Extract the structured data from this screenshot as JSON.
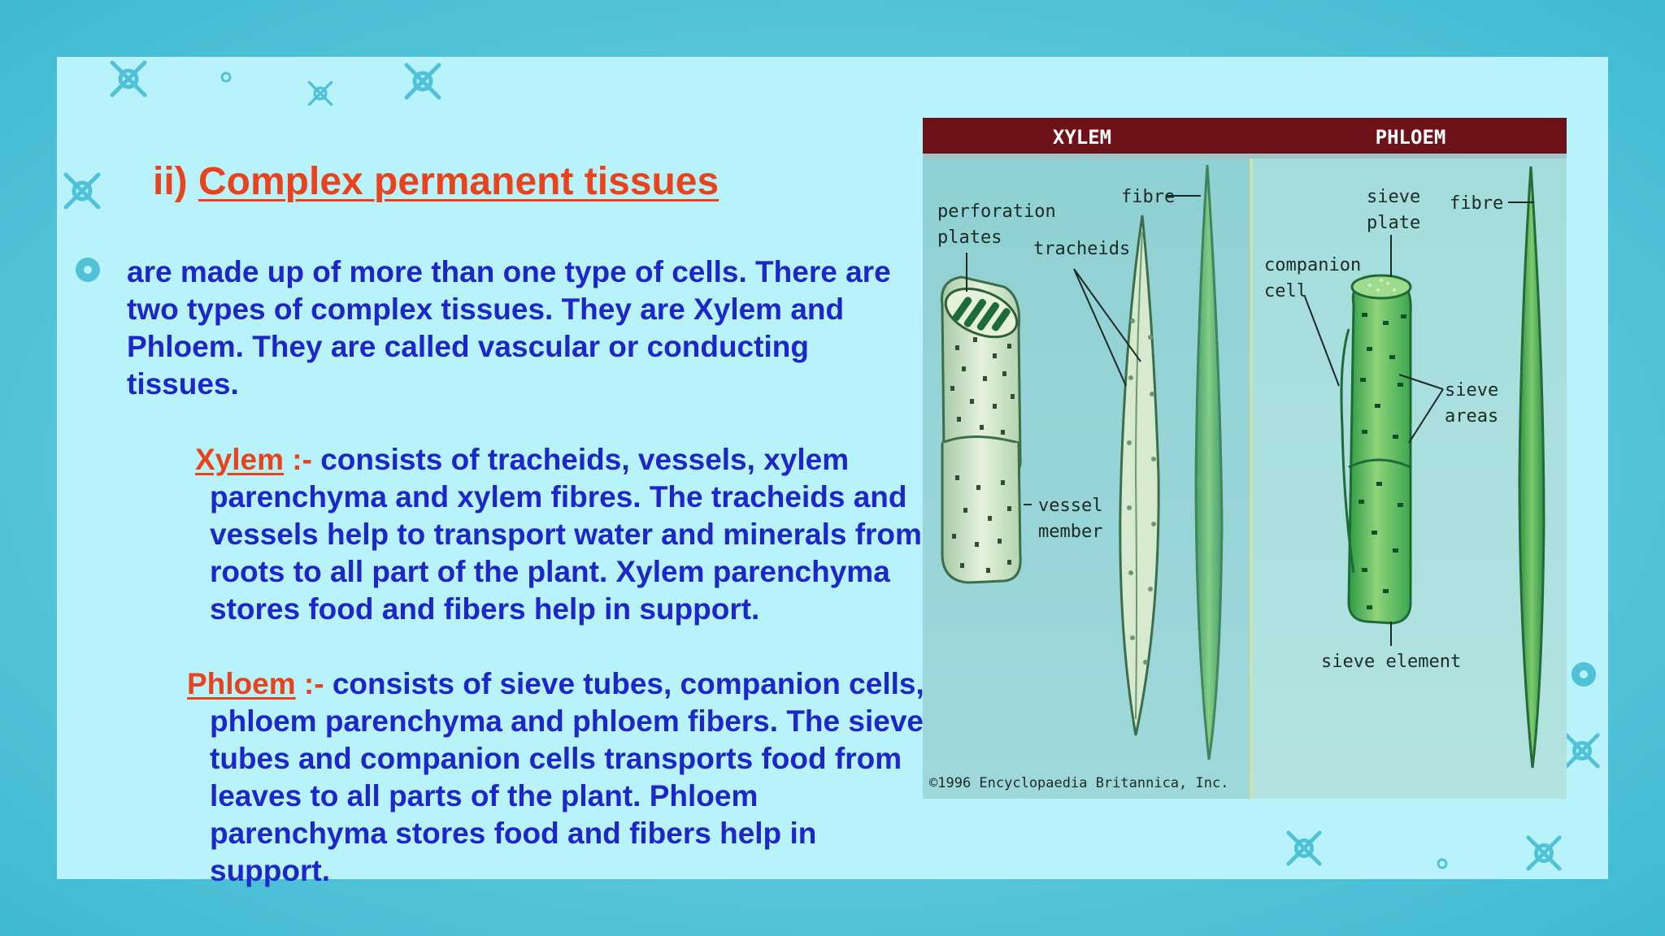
{
  "slide": {
    "title_prefix": "ii) ",
    "title_main": "Complex permanent tissues",
    "intro": "are made up of more than one type of cells. There are two types of complex tissues. They are Xylem and Phloem. They are called vascular or conducting tissues.",
    "xylem": {
      "term": "Xylem",
      "separator": " :- ",
      "text": "consists of tracheids, vessels, xylem parenchyma and xylem fibres. The tracheids and vessels help to transport water and minerals from roots to all part of the plant. Xylem parenchyma stores food and fibers help in support."
    },
    "phloem": {
      "term": "Phloem",
      "separator": " :- ",
      "text": "consists of sieve tubes, companion cells, phloem parenchyma and phloem fibers. The sieve tubes and companion cells transports food from leaves to all parts of the plant. Phloem parenchyma stores food and fibers help in support."
    }
  },
  "figure": {
    "xylem_header": "XYLEM",
    "phloem_header": "PHLOEM",
    "labels": {
      "perforation_1": "perforation",
      "perforation_2": "plates",
      "tracheids": "tracheids",
      "fibre_xylem": "fibre",
      "vessel_1": "vessel",
      "vessel_2": "member",
      "sieve_plate_1": "sieve",
      "sieve_plate_2": "plate",
      "fibre_phloem": "fibre",
      "companion_1": "companion",
      "companion_2": "cell",
      "sieve_areas_1": "sieve",
      "sieve_areas_2": "areas",
      "sieve_element": "sieve element",
      "copyright": "©1996 Encyclopaedia Britannica, Inc."
    }
  },
  "colors": {
    "background": "#5ac8dc",
    "slide": "#b8f3fb",
    "heading_accent": "#e8431c",
    "body_text": "#1d27c9",
    "figure_header": "#6e1219",
    "deco": "#4fc2d8"
  }
}
